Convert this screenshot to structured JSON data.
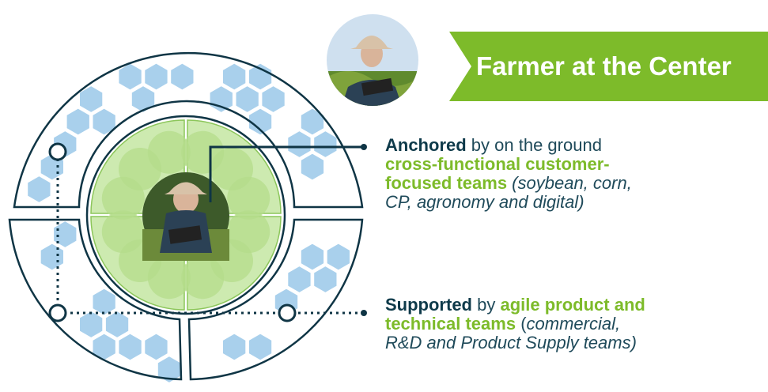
{
  "banner": {
    "title": "Farmer at the Center",
    "color": "#7dbb2a"
  },
  "anchored": {
    "lead": "Anchored",
    "text1": " by on the ground",
    "green1": "cross-functional customer-",
    "green2": "focused teams",
    "ital1": " (soybean, corn,",
    "ital2": "CP, agronomy and digital)"
  },
  "supported": {
    "lead": "Supported",
    "text1": " by ",
    "green1": "agile product and",
    "green2": "technical teams",
    "text2": " (",
    "ital1": "commercial,",
    "ital2": "R&D and Product Supply teams)"
  },
  "colors": {
    "ring_outline": "#0f3545",
    "hexagon": "#a9d0ec",
    "inner_segment": "#cdeab0",
    "inner_circle": "#b4dc8b",
    "connector": "#0f3545"
  },
  "icons": [
    "farmer-photo-top",
    "farmer-photo-center",
    "connector-node"
  ]
}
